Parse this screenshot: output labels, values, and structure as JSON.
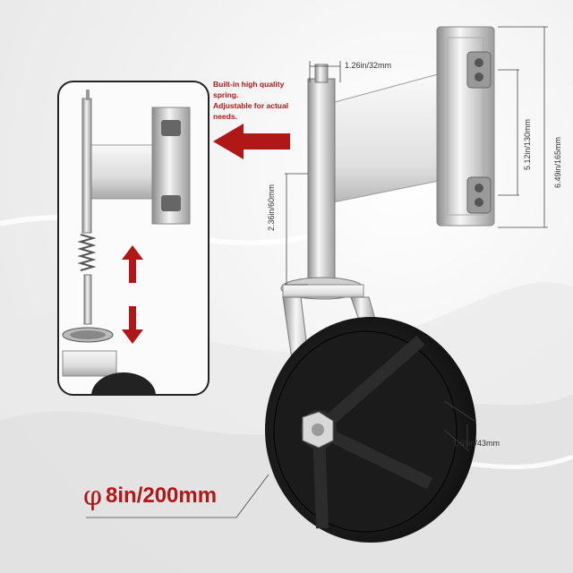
{
  "callout": {
    "line1": "Built-in high quality",
    "line2": "spring.",
    "line3": "Adjustable for actual",
    "line4": "needs."
  },
  "dimensions": {
    "bracket_width": "1.26in/32mm",
    "bracket_height_total": "6.49in/165mm",
    "hole_spacing": "5.12in/130mm",
    "stem_height": "2.36in/60mm",
    "wheel_width": "1.69in/43mm"
  },
  "diameter": {
    "symbol": "φ",
    "value": "8in/200mm"
  },
  "colors": {
    "accent": "#b01818",
    "wheel": "#1a1a1a",
    "steel": "#c8c8c8"
  },
  "icons": [
    "arrow-left-icon",
    "arrow-up-icon",
    "arrow-down-icon",
    "diameter-icon"
  ]
}
